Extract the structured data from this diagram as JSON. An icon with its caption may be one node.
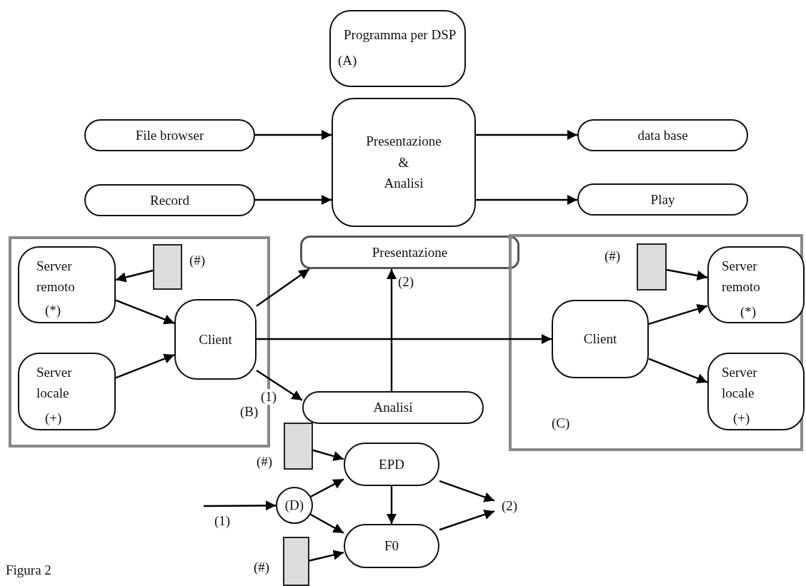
{
  "diagram": {
    "caption": "Figura 2",
    "nodes": [
      {
        "text": [
          "Programma per DSP",
          "(A)"
        ]
      },
      {
        "text": [
          "File browser"
        ]
      },
      {
        "text": [
          "Record"
        ]
      },
      {
        "text": [
          "Presentazione & Analisi"
        ]
      },
      {
        "text": [
          "data base"
        ]
      },
      {
        "text": [
          "Play"
        ]
      },
      {
        "text": [
          "(B)"
        ]
      },
      {
        "text": [
          "Server remoto",
          "(*)"
        ],
        "in": 6
      },
      {
        "text": [],
        "shape": "box",
        "in": 6,
        "beside": [
          "(#)"
        ]
      },
      {
        "text": [
          "Server locale",
          "(+)"
        ],
        "in": 6
      },
      {
        "text": [
          "Client"
        ],
        "in": 6
      },
      {
        "text": [
          "Presentazione"
        ]
      },
      {
        "text": [
          "Analisi"
        ]
      },
      {
        "text": [
          "(C)"
        ]
      },
      {
        "text": [],
        "shape": "box",
        "in": 13,
        "beside": [
          "(#)"
        ]
      },
      {
        "text": [
          "Client"
        ],
        "in": 13
      },
      {
        "text": [
          "Server remoto",
          "(*)"
        ],
        "in": 13
      },
      {
        "text": [
          "Server locale",
          "(+)"
        ],
        "in": 13
      },
      {
        "text": [],
        "shape": "box",
        "beside": [
          "(#)"
        ]
      },
      {
        "text": [
          "EPD"
        ]
      },
      {
        "text": [
          "(D)"
        ]
      },
      {
        "text": [
          "F0"
        ]
      },
      {
        "text": [],
        "shape": "box",
        "beside": [
          "(#)"
        ]
      },
      {
        "text": [
          "(2)"
        ]
      }
    ],
    "edges": [
      {
        "from": 1,
        "to": 3,
        "arrow": "to"
      },
      {
        "from": 2,
        "to": 3,
        "arrow": "to"
      },
      {
        "from": 3,
        "to": 4,
        "arrow": "to"
      },
      {
        "from": 3,
        "to": 5,
        "arrow": "to"
      },
      {
        "from": 8,
        "to": 7,
        "arrow": "to"
      },
      {
        "from": 7,
        "to": 10,
        "arrow": "to"
      },
      {
        "from": 9,
        "to": 10,
        "arrow": "to"
      },
      {
        "from": 10,
        "to": 11,
        "arrow": "to"
      },
      {
        "from": 10,
        "to": 12,
        "arrow": "to",
        "label": "(1)"
      },
      {
        "from": 10,
        "to": 15,
        "arrow": "to"
      },
      {
        "from": 12,
        "to": 11,
        "arrow": "to",
        "label": "(2)"
      },
      {
        "from": 14,
        "to": 16,
        "arrow": "to"
      },
      {
        "from": 15,
        "to": 16,
        "arrow": "to"
      },
      {
        "from": 15,
        "to": 17,
        "arrow": "to"
      },
      {
        "from": 18,
        "to": 19,
        "arrow": "to"
      },
      {
        "from": 20,
        "to": 19,
        "arrow": "to"
      },
      {
        "from": 20,
        "to": 21,
        "arrow": "to"
      },
      {
        "from": 19,
        "to": 21,
        "arrow": "to"
      },
      {
        "from": 22,
        "to": 21,
        "arrow": "to"
      },
      {
        "from": 19,
        "to": 23,
        "arrow": "to"
      },
      {
        "from": 21,
        "to": 23,
        "arrow": "to"
      },
      {
        "from": null,
        "to": 20,
        "arrow": "to",
        "label": "(1)"
      }
    ]
  }
}
